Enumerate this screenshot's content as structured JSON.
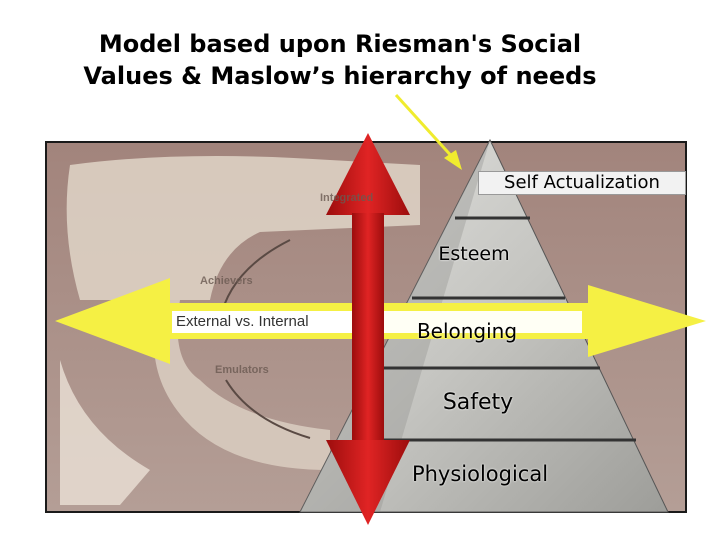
{
  "title": {
    "line1": "Model based upon Riesman's Social",
    "line2": "Values & Maslow’s hierarchy of needs"
  },
  "pyramid": {
    "levels": [
      "Self Actualization",
      "Esteem",
      "Belonging",
      "Safety",
      "Physiological"
    ]
  },
  "background_figure": {
    "labels": [
      "Integrated",
      "Achievers",
      "Emulators"
    ]
  },
  "horizontal_arrow": {
    "label": "External vs. Internal"
  },
  "colors": {
    "vertical_arrow": "#cc1a1a",
    "horizontal_arrow": "#f5f044",
    "pointer_arrow": "#f0ec2e",
    "pyramid_stone": "#c9c9c6",
    "background_photo": "#a98f88"
  }
}
